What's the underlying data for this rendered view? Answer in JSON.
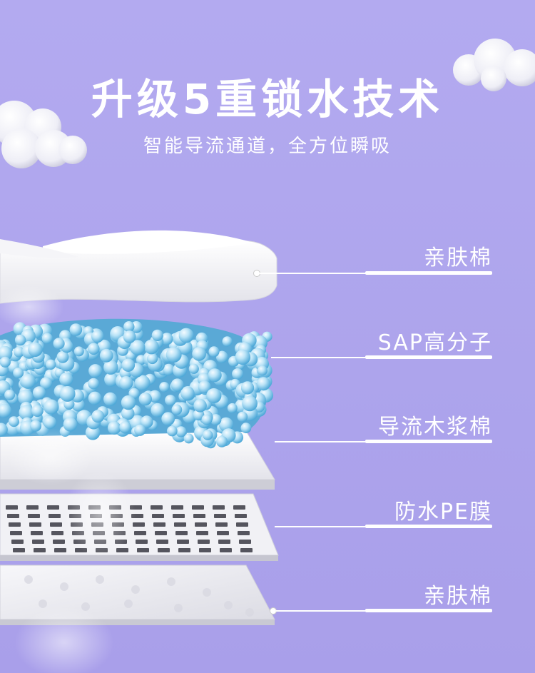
{
  "heading": {
    "title": "升级5重锁水技术",
    "subtitle": "智能导流通道，全方位瞬吸"
  },
  "layers": [
    {
      "label": "亲肤棉"
    },
    {
      "label": "SAP高分子"
    },
    {
      "label": "导流木浆棉"
    },
    {
      "label": "防水PE膜"
    },
    {
      "label": "亲肤棉"
    }
  ],
  "colors": {
    "background": "#b0a7ee",
    "text": "#ffffff",
    "sap_beads": "#7cc7ee"
  }
}
